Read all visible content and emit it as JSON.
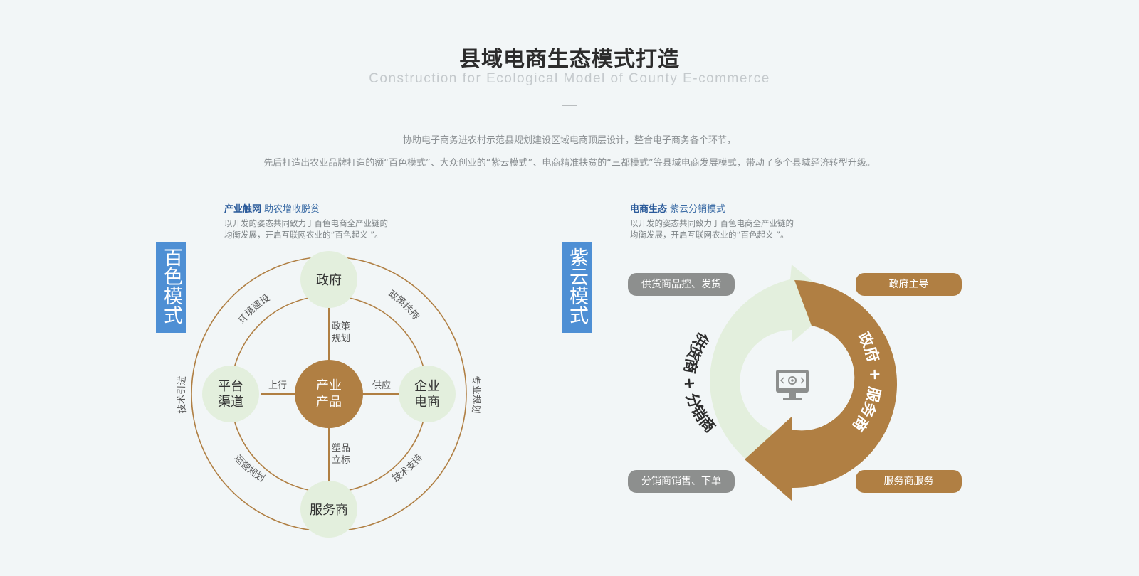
{
  "header": {
    "title": "县域电商生态模式打造",
    "subtitle": "Construction for Ecological Model of County E-commerce",
    "intro_line1": "协助电子商务进农村示范县规划建设区域电商顶层设计，整合电子商务各个环节，",
    "intro_line2": "先后打造出农业品牌打造的额“百色模式”、大众创业的“紫云模式”、电商精准扶贫的“三都模式”等县域电商发展模式，带动了多个县域经济转型升级。"
  },
  "left_section": {
    "badge": "百色模式",
    "head_bold": "产业触网",
    "head_rest": "助农增收脱贫",
    "desc_line1": "以开发的姿态共同致力于百色电商全产业链的",
    "desc_line2": "均衡发展，开启互联网农业的“百色起义 ”。",
    "nodes": {
      "center_line1": "产业",
      "center_line2": "产品",
      "top": "政府",
      "bottom": "服务商",
      "left_line1": "平台",
      "left_line2": "渠道",
      "right_line1": "企业",
      "right_line2": "电商"
    },
    "spoke_labels": {
      "top_line1": "政策",
      "top_line2": "规划",
      "bottom_line1": "塑品",
      "bottom_line2": "立标",
      "left": "上行",
      "right": "供应"
    },
    "arc_labels": {
      "inner_top_left": "环境建设",
      "inner_top_right": "政策扶持",
      "inner_bottom_left": "运营规划",
      "inner_bottom_right": "技术支持",
      "outer_left": "技术引进",
      "outer_right": "专业规划"
    },
    "colors": {
      "brown": "#b07f43",
      "light_green": "#e3efdd"
    }
  },
  "right_section": {
    "badge": "紫云模式",
    "head_bold": "电商生态",
    "head_rest": "紫云分销模式",
    "desc_line1": "以开发的姿态共同致力于百色电商全产业链的",
    "desc_line2": "均衡发展，开启互联网农业的“百色起义 ”。",
    "left_arc_text": "供货商 + 分销商",
    "right_arc_text": "政府 + 服务商",
    "center_icon": "computer-gear-icon",
    "pills": {
      "top_left": "供货商品控、发货",
      "top_right": "政府主导",
      "bottom_left": "分销商销售、下单",
      "bottom_right": "服务商服务"
    },
    "colors": {
      "gray": "#8d8f8e",
      "brown": "#b07f43",
      "light_green": "#e3efdd"
    }
  }
}
